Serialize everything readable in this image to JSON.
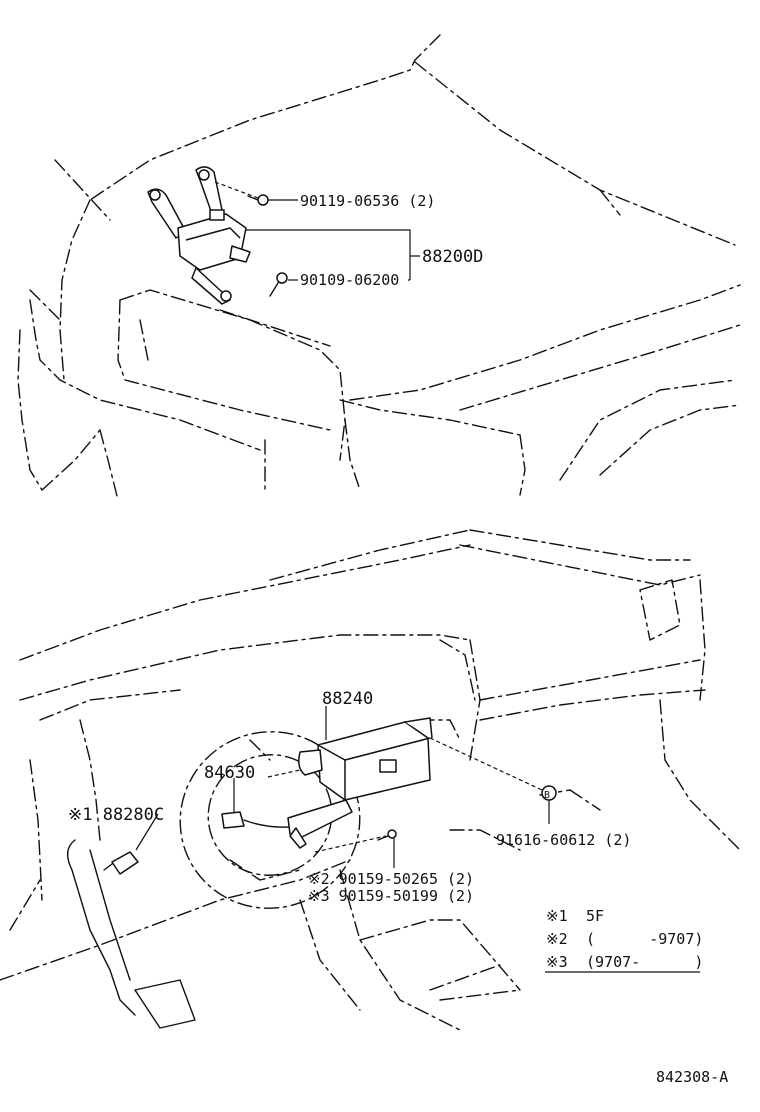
{
  "top_section": {
    "callouts": {
      "bolt_upper": "90119-06536 (2)",
      "bolt_lower": "90109-06200",
      "assembly": "88200D"
    }
  },
  "bottom_section": {
    "callouts": {
      "module": "88240",
      "sensor": "84630",
      "switch": "※1 88280C",
      "nut": "91616-60612 (2)",
      "screw_a": "※2 90159-50265 (2)",
      "screw_b": "※3 90159-50199 (2)"
    },
    "nut_marker": "B"
  },
  "notes": [
    {
      "mark": "※1",
      "text": "5F"
    },
    {
      "mark": "※2",
      "text": "(      -9707)"
    },
    {
      "mark": "※3",
      "text": "(9707-      )"
    }
  ],
  "diagram_number": "842308-A"
}
